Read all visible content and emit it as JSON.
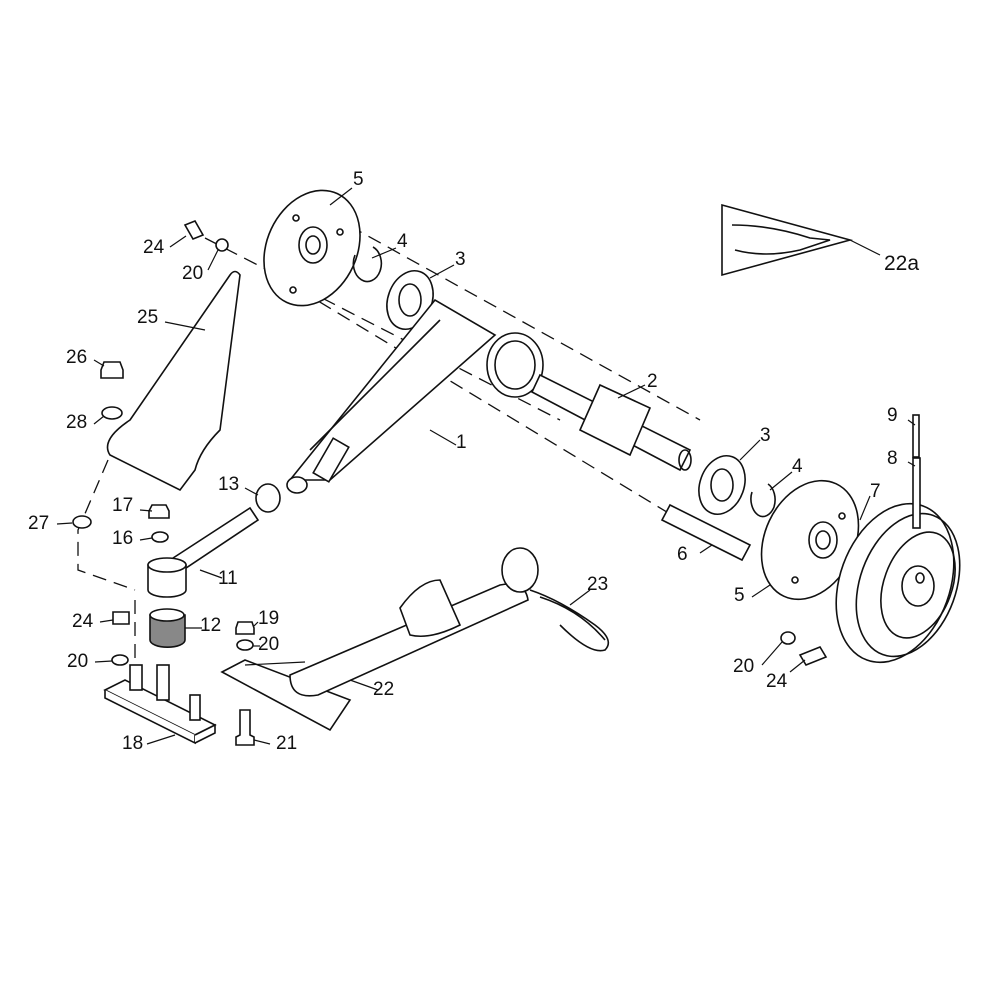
{
  "title": "Exploded parts diagram",
  "callouts": [
    {
      "id": "5a",
      "text": "5"
    },
    {
      "id": "24a",
      "text": "24"
    },
    {
      "id": "20a",
      "text": "20"
    },
    {
      "id": "4a",
      "text": "4"
    },
    {
      "id": "3a",
      "text": "3"
    },
    {
      "id": "25",
      "text": "25"
    },
    {
      "id": "26",
      "text": "26"
    },
    {
      "id": "28",
      "text": "28"
    },
    {
      "id": "22a",
      "text": "22a"
    },
    {
      "id": "2",
      "text": "2"
    },
    {
      "id": "1",
      "text": "1"
    },
    {
      "id": "9",
      "text": "9"
    },
    {
      "id": "8",
      "text": "8"
    },
    {
      "id": "3b",
      "text": "3"
    },
    {
      "id": "4b",
      "text": "4"
    },
    {
      "id": "7",
      "text": "7"
    },
    {
      "id": "13",
      "text": "13"
    },
    {
      "id": "17",
      "text": "17"
    },
    {
      "id": "16",
      "text": "16"
    },
    {
      "id": "27",
      "text": "27"
    },
    {
      "id": "11",
      "text": "11"
    },
    {
      "id": "6",
      "text": "6"
    },
    {
      "id": "5b",
      "text": "5"
    },
    {
      "id": "23",
      "text": "23"
    },
    {
      "id": "24b",
      "text": "24"
    },
    {
      "id": "12",
      "text": "12"
    },
    {
      "id": "19",
      "text": "19"
    },
    {
      "id": "20b",
      "text": "20"
    },
    {
      "id": "20c",
      "text": "20"
    },
    {
      "id": "20d",
      "text": "20"
    },
    {
      "id": "24c",
      "text": "24"
    },
    {
      "id": "22",
      "text": "22"
    },
    {
      "id": "18",
      "text": "18"
    },
    {
      "id": "21",
      "text": "21"
    }
  ]
}
